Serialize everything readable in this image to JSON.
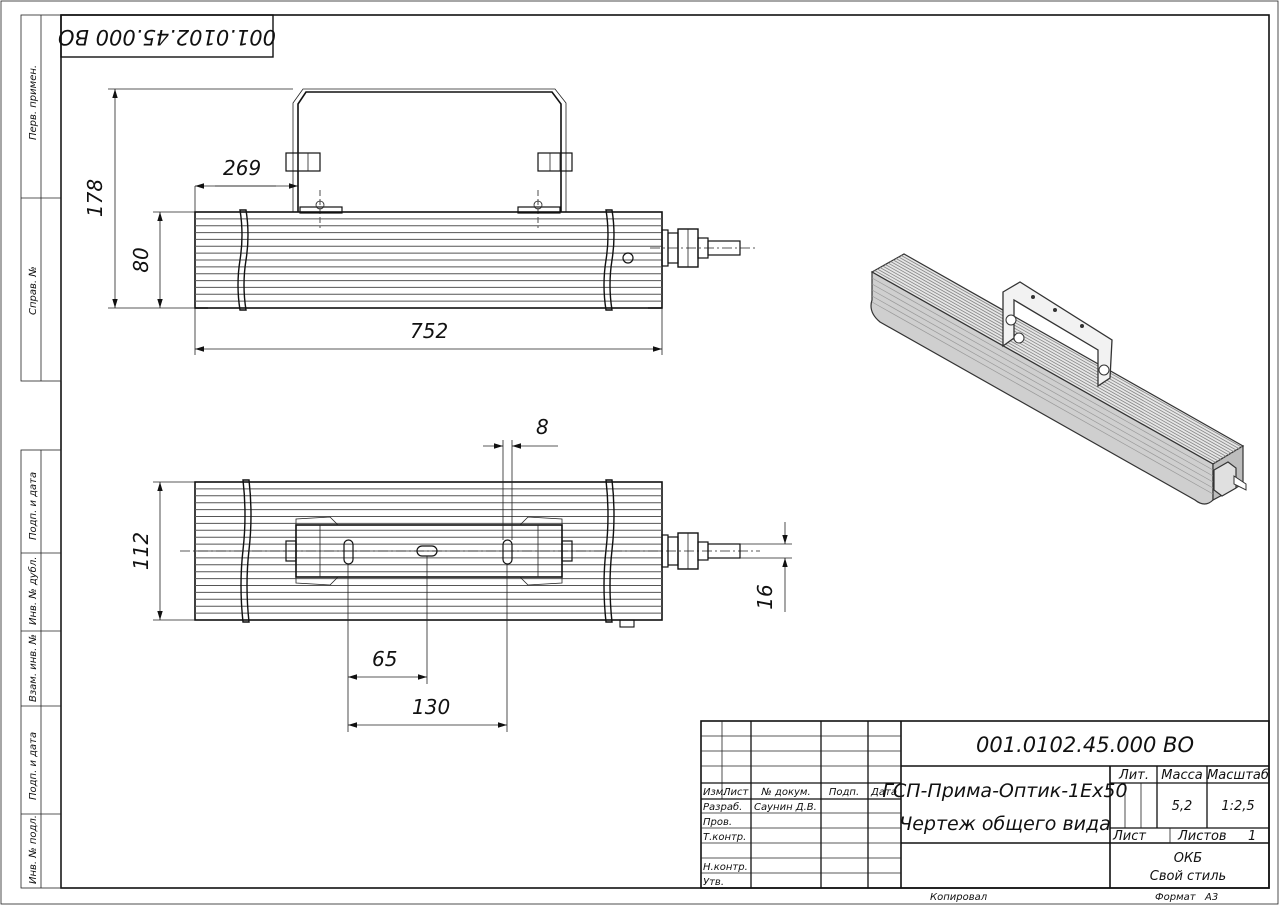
{
  "drawing": {
    "doc_code": "001.0102.45.000 ВО",
    "doc_code_stamp": "001.0102.45.000 ВО"
  },
  "side_columns": [
    "Перв. примен.",
    "Справ. №",
    "Подп. и дата",
    "Инв. № дубл.",
    "Взам. инв. №",
    "Подп. и дата",
    "Инв. № подл."
  ],
  "dimensions": {
    "top_view": {
      "bracket_offset": "269",
      "overall_height": "178",
      "body_height": "80",
      "length": "752"
    },
    "bottom_view": {
      "slot_width": "8",
      "body_width": "112",
      "cable_dia": "16",
      "half_spacing": "65",
      "spacing": "130"
    }
  },
  "title_block": {
    "code": "001.0102.45.000 ВО",
    "product_name": "ГСП-Прима-Оптик-1Ex50",
    "doc_name": "Чертеж общего вида",
    "header": {
      "izm": "Изм.",
      "list": "Лист",
      "doc_no": "№ докум.",
      "sign": "Подп.",
      "date": "Дата"
    },
    "roles": {
      "razrab": "Разраб.",
      "prov": "Пров.",
      "tkontr": "Т.контр.",
      "nkontr": "Н.контр.",
      "utv": "Утв."
    },
    "developer": "Саунин Д.В.",
    "lit_label": "Лит.",
    "mass_label": "Масса",
    "scale_label": "Масштаб",
    "mass": "5,2",
    "scale": "1:2,5",
    "sheet_label": "Лист",
    "sheets_label": "Листов",
    "sheets": "1",
    "org_line1": "ОКБ",
    "org_line2": "Свой стиль",
    "copied": "Копировал",
    "format_label": "Формат",
    "format": "А3"
  }
}
